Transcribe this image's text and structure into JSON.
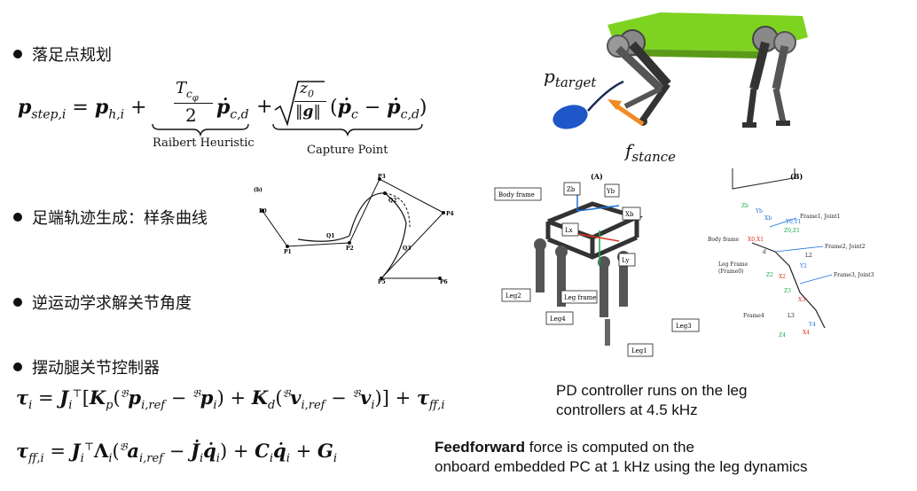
{
  "bullets": [
    {
      "label": "落足点规划"
    },
    {
      "label": "足端轨迹生成：样条曲线"
    },
    {
      "label": "逆运动学求解关节角度"
    },
    {
      "label": "摆动腿关节控制器"
    }
  ],
  "eq1": {
    "underbrace_left": "Raibert Heuristic",
    "underbrace_right": "Capture Point"
  },
  "robot_labels": {
    "p_target": "p",
    "p_target_sub": "target",
    "f_stance": "f",
    "f_stance_sub": "stance"
  },
  "spline": {
    "panel": "(b)",
    "points": [
      "P0",
      "P1",
      "P2",
      "P3",
      "P4",
      "P5",
      "P6",
      "Q1",
      "Q2",
      "Q3"
    ]
  },
  "legs_fig": {
    "panel_a": "(A)",
    "panel_b": "(B)",
    "a_labels": [
      "Body frame",
      "Zb",
      "Yb",
      "Xb",
      "Lx",
      "Ly",
      "Leg2",
      "Leg frame",
      "Leg4",
      "Leg3",
      "Leg1"
    ],
    "b_labels": [
      "Zb",
      "Yb",
      "Xb",
      "Frame1, Joint1",
      "Body frame",
      "X0,X1",
      "Y0,Y1",
      "Z0,Z1",
      "Frame2, Joint2",
      "Leg Frame",
      "(Frame0)",
      "d",
      "X2",
      "Y2",
      "L2",
      "Z2",
      "Z3",
      "Frame3, Joint3",
      "X3",
      "Frame4",
      "L3",
      "Z4",
      "Y4",
      "X4"
    ]
  },
  "notes": {
    "pd": [
      "PD controller runs on the leg",
      "controllers at 4.5 kHz"
    ],
    "ff_bold": "Feedforward",
    "ff_rest1": " force is computed on the",
    "ff_line2": "onboard embedded PC at 1 kHz using the leg dynamics"
  },
  "colors": {
    "robot_green": "#7ed321",
    "arrow_orange": "#f08a24",
    "target_blue": "#1f56c8"
  }
}
